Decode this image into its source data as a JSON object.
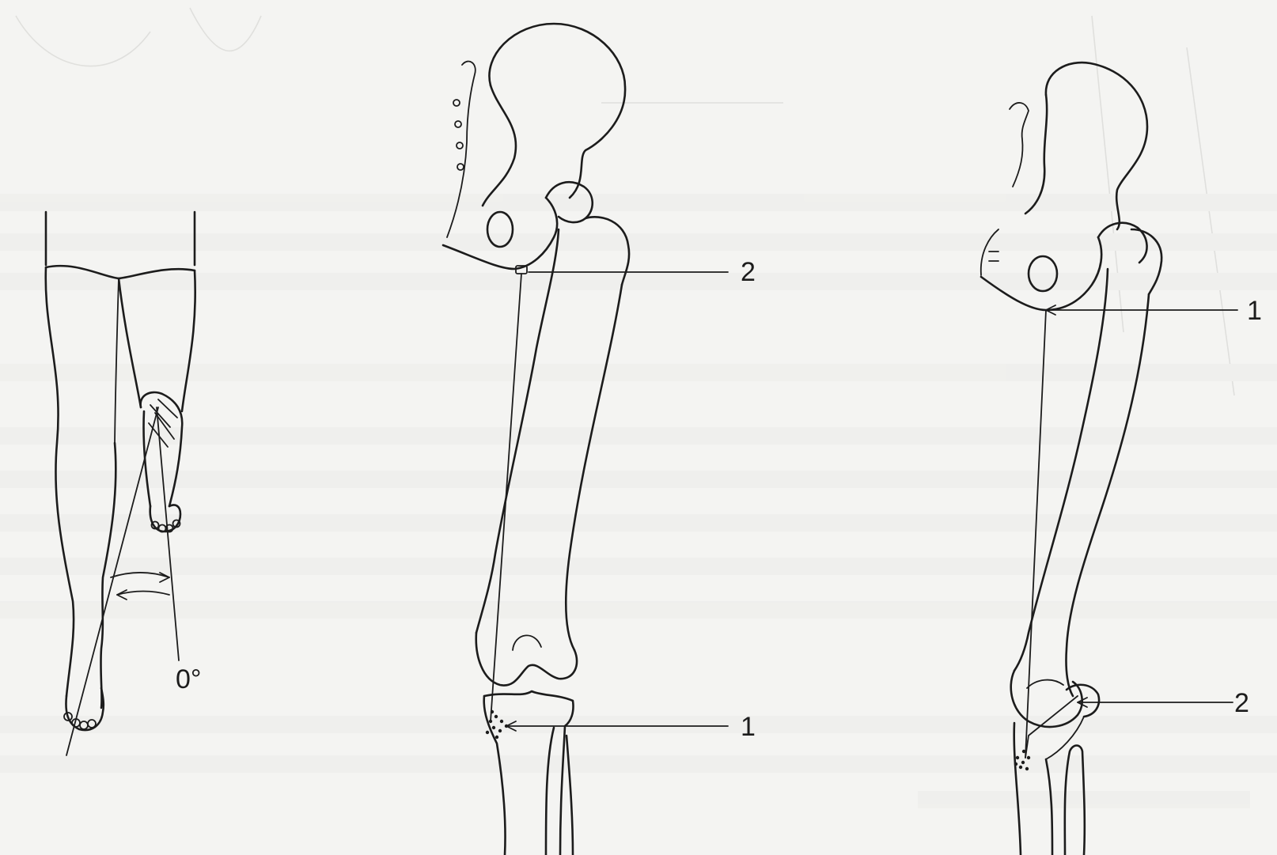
{
  "figure": {
    "panels": [
      {
        "id": "left-leg-rotation",
        "angle_label": "0°"
      },
      {
        "id": "femur-anterior-view",
        "callouts": [
          "2",
          "1"
        ]
      },
      {
        "id": "femur-lateral-view",
        "callouts": [
          "1",
          "2"
        ]
      }
    ]
  }
}
